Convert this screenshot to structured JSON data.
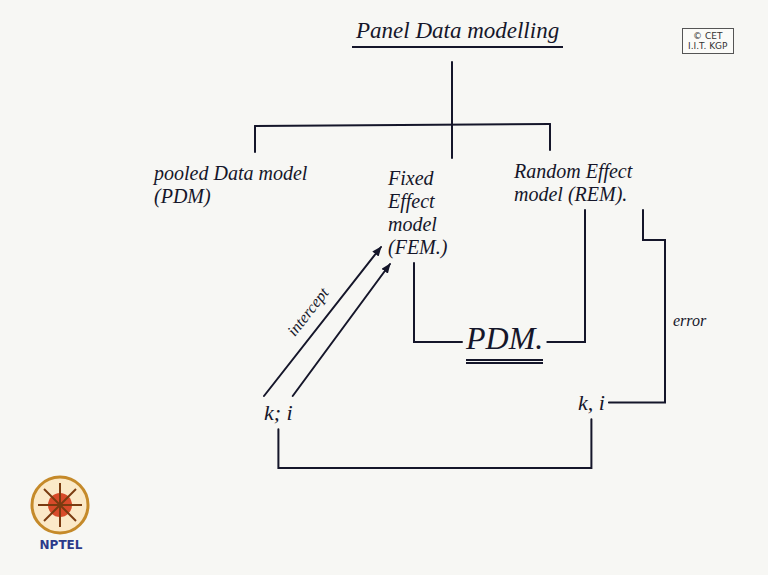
{
  "diagram": {
    "title": "Panel Data modelling",
    "nodes": [
      {
        "text": [
          "pooled Data model (PDM)"
        ]
      },
      {
        "text": [
          "Fixed Effect model (FEM.)"
        ]
      },
      {
        "text": [
          "Random Effect model (REM)."
        ]
      },
      {
        "text": [
          "PDM."
        ]
      },
      {
        "text": [
          "k; i"
        ]
      },
      {
        "text": [
          "k, i"
        ]
      }
    ],
    "edges": [
      {
        "from": 1,
        "to": 3,
        "arrow": "none"
      },
      {
        "from": 2,
        "to": 3,
        "arrow": "none"
      },
      {
        "from": 4,
        "to": 1,
        "label": "intercept",
        "arrow": "to"
      },
      {
        "from": 4,
        "to": 1,
        "arrow": "to"
      },
      {
        "from": 5,
        "to": 2,
        "label": "error",
        "arrow": "none"
      },
      {
        "from": 4,
        "to": 5,
        "arrow": "none"
      }
    ],
    "labels": [
      "© CET",
      "I.I.T. KGP",
      "NPTEL"
    ]
  }
}
